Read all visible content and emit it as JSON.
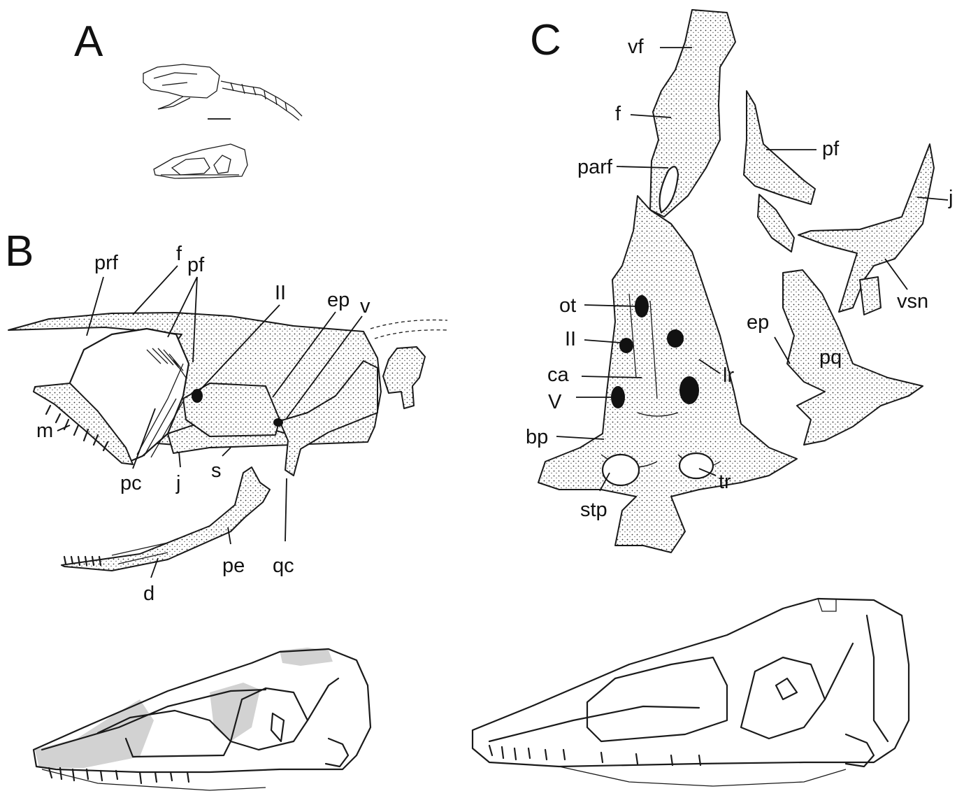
{
  "panels": {
    "a": {
      "letter": "A"
    },
    "b": {
      "letter": "B",
      "labels": {
        "prf": "prf",
        "f": "f",
        "pf": "pf",
        "ii": "II",
        "ep": "ep",
        "v": "v",
        "m": "m",
        "pc": "pc",
        "j": "j",
        "s": "s",
        "pe": "pe",
        "qc": "qc",
        "d": "d"
      }
    },
    "c": {
      "letter": "C",
      "labels": {
        "vf": "vf",
        "f": "f",
        "parf": "parf",
        "pf": "pf",
        "j": "j",
        "vsn": "vsn",
        "ot": "ot",
        "ii": "II",
        "ca": "ca",
        "lr": "lr",
        "v": "V",
        "bp": "bp",
        "stp": "stp",
        "tr": "tr",
        "ep": "ep",
        "pq": "pq"
      }
    }
  },
  "colors": {
    "ink": "#1a1a1a",
    "shade": "#d2d2d2",
    "background": "#ffffff"
  }
}
